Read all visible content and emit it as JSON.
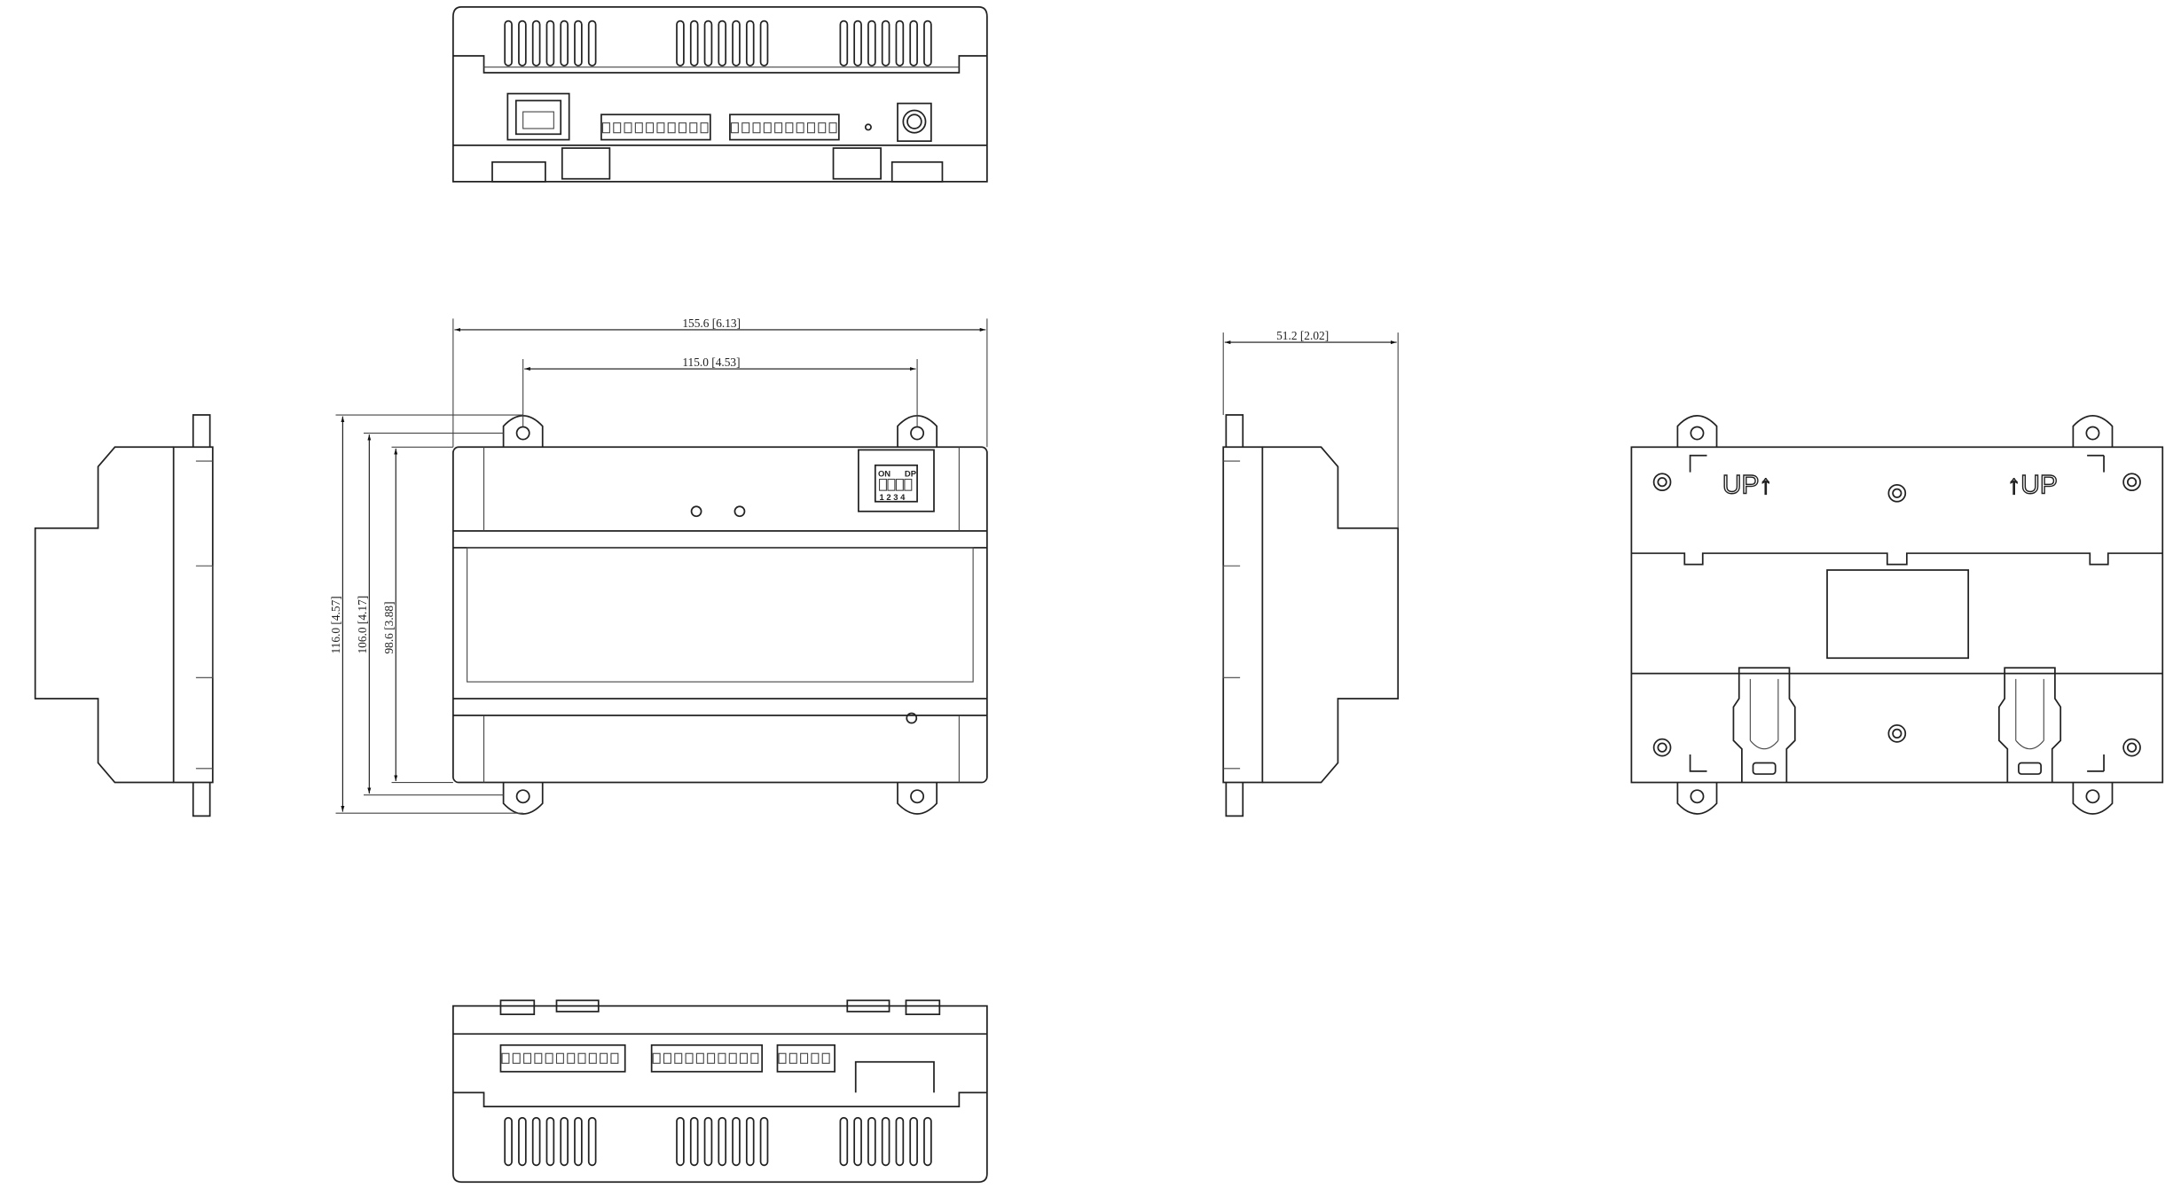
{
  "dimensions": {
    "overall_width": "155.6 [6.13]",
    "mount_hole_spacing": "115.0 [4.53]",
    "depth": "51.2 [2.02]",
    "overall_height": "116.0 [4.57]",
    "body_height_with_lips": "106.0 [4.17]",
    "body_height": "98.6 [3.88]"
  },
  "dip_switch": {
    "on_label": "ON",
    "dp_label": "DP",
    "positions": "1 2 3 4"
  },
  "back_view": {
    "up_left": "UP↑",
    "up_right": "↑UP"
  }
}
